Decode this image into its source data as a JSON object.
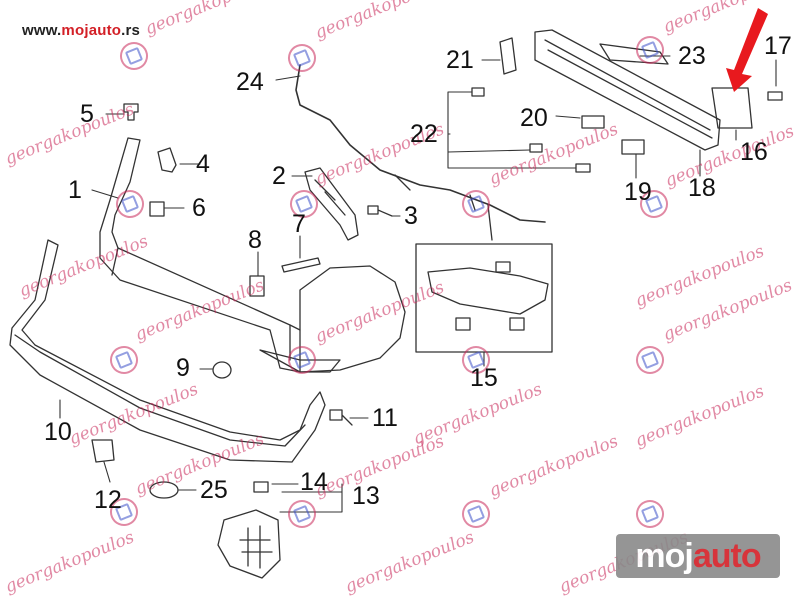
{
  "site": {
    "url_prefix": "www.",
    "url_highlight": "mojauto",
    "url_suffix": ".rs"
  },
  "brand_logo": {
    "part1": "moj",
    "part2": "auto"
  },
  "watermark_text": "georgakopoulos",
  "callouts": [
    "1",
    "2",
    "3",
    "4",
    "5",
    "6",
    "7",
    "8",
    "9",
    "10",
    "11",
    "12",
    "13",
    "14",
    "15",
    "16",
    "17",
    "18",
    "19",
    "20",
    "21",
    "22",
    "23",
    "24",
    "25"
  ],
  "colors": {
    "line": "#333333",
    "accent_arrow": "#e8191e",
    "watermark": "#c8285a",
    "brand_highlight": "#d31f26"
  }
}
